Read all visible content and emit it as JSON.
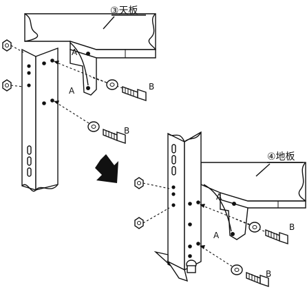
{
  "labels": {
    "top_plate": "③天板",
    "bottom_plate": "④地板",
    "part_a": "A",
    "part_b": "B"
  }
}
